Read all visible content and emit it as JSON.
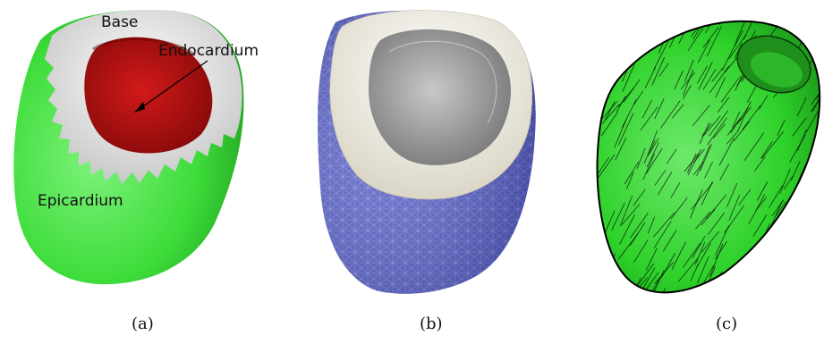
{
  "panels": [
    {
      "id": "a",
      "caption": "(a)",
      "labels": {
        "base": "Base",
        "endocardium": "Endocardium",
        "epicardium": "Epicardium"
      },
      "colors": {
        "epicardium": "#3ddc3a",
        "base": "#efefef",
        "endocardium": "#c41212"
      }
    },
    {
      "id": "b",
      "caption": "(b)",
      "colors": {
        "mesh": "#5a63c8",
        "rim": "#f2efe6",
        "cavity": "#9a9a9a"
      }
    },
    {
      "id": "c",
      "caption": "(c)",
      "colors": {
        "surface": "#2ed12a",
        "fibers": "#000000"
      }
    }
  ]
}
